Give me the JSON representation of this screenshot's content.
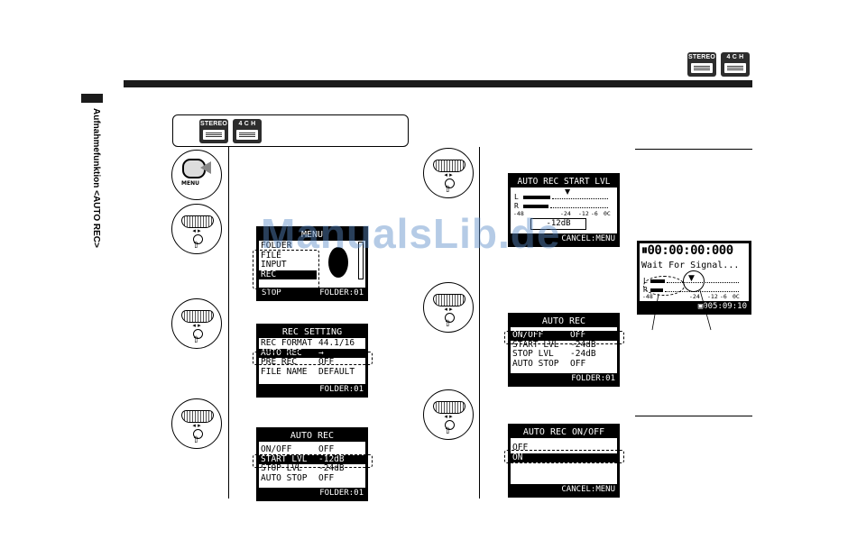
{
  "header": {
    "side_title": "Aufnahmefunktion <AUTO REC>",
    "badges": [
      {
        "icon": "stereo-mode-icon",
        "label": "STEREO"
      },
      {
        "icon": "4ch-mode-icon",
        "label": "4 C H"
      }
    ]
  },
  "mode_box": {
    "badges": [
      {
        "icon": "stereo-mode-icon",
        "label": "STEREO"
      },
      {
        "icon": "4ch-mode-icon",
        "label": "4 C H"
      }
    ]
  },
  "icons": {
    "menu_label": "MENU"
  },
  "screen_menu": {
    "title": "MENU",
    "items": [
      "FOLDER",
      "FILE",
      "INPUT",
      "REC"
    ],
    "footer_left": "STOP",
    "footer": "FOLDER:01"
  },
  "screen_rec_setting": {
    "title": "REC SETTING",
    "rows": [
      {
        "label": "REC FORMAT",
        "value": "44.1/16"
      },
      {
        "label": "AUTO REC",
        "value": "→"
      },
      {
        "label": "PRE REC",
        "value": "OFF"
      },
      {
        "label": "FILE NAME",
        "value": "DEFAULT"
      }
    ],
    "footer": "FOLDER:01"
  },
  "screen_auto_rec_1": {
    "title": "AUTO REC",
    "rows": [
      {
        "label": "ON/OFF",
        "value": "OFF"
      },
      {
        "label": "START LVL",
        "value": "-12dB"
      },
      {
        "label": "STOP LVL",
        "value": "-24dB"
      },
      {
        "label": "AUTO STOP",
        "value": "OFF"
      }
    ],
    "footer": "FOLDER:01"
  },
  "screen_start_lvl": {
    "title": "AUTO REC START LVL",
    "meter_l": "L",
    "meter_r": "R",
    "scale": [
      "-48",
      "-24",
      "-12",
      "-6",
      "0C"
    ],
    "value": "-12dB",
    "footer": "CANCEL:MENU"
  },
  "screen_auto_rec_2": {
    "title": "AUTO REC",
    "rows": [
      {
        "label": "ON/OFF",
        "value": "OFF"
      },
      {
        "label": "START LVL",
        "value": "-24dB"
      },
      {
        "label": "STOP LVL",
        "value": "-24dB"
      },
      {
        "label": "AUTO STOP",
        "value": "OFF"
      }
    ],
    "footer": "FOLDER:01"
  },
  "screen_on_off": {
    "title": "AUTO REC ON/OFF",
    "options": [
      "OFF",
      "ON"
    ],
    "footer": "CANCEL:MENU"
  },
  "screen_wait": {
    "counter": "00:00:00:000",
    "status": "Wait For Signal...",
    "meter_l": "L",
    "meter_r": "R",
    "scale": [
      "-48",
      "-24",
      "-12",
      "-6",
      "0C"
    ],
    "remaining": "005:09:10"
  },
  "watermark": "ManualsLib.de"
}
